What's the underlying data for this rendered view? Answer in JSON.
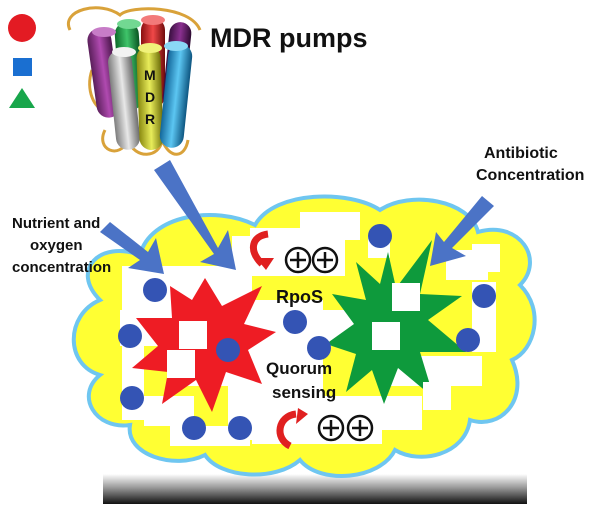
{
  "title": "MDR pumps",
  "pump_letters": [
    "M",
    "D",
    "R"
  ],
  "labels": {
    "nutrient_line1": "Nutrient and",
    "nutrient_line2": "oxygen",
    "nutrient_line3": "concentration",
    "antibiotic_line1": "Antibiotic",
    "antibiotic_line2": "Concentration",
    "rpos": "RpoS",
    "quorum_line1": "Quorum",
    "quorum_line2": "sensing"
  },
  "legend_shapes": [
    {
      "name": "red-circle",
      "color": "#e31b23"
    },
    {
      "name": "blue-square",
      "color": "#1a6fd1"
    },
    {
      "name": "green-triangle",
      "color": "#18a64b"
    }
  ],
  "colors": {
    "biofilm_fill": "#ffff33",
    "biofilm_outline": "#6fc6f0",
    "cell": "#3454b4",
    "arrow": "#4b73c6",
    "red_star": "#ee1c24",
    "green_star": "#0e9a3c",
    "curved_arrow": "#e02020",
    "surface_dark": "#1a1a1a"
  }
}
